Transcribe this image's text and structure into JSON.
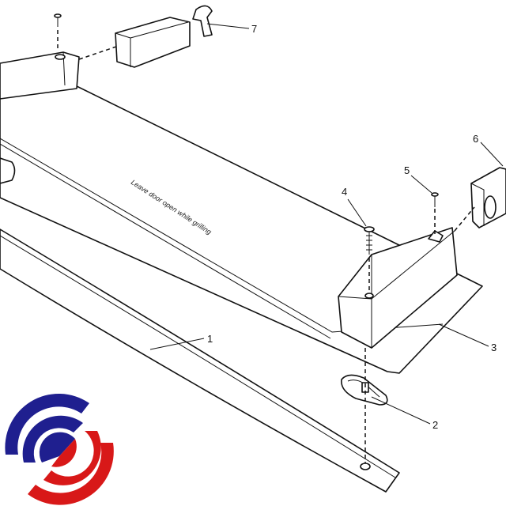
{
  "diagram": {
    "panel_text": "Leave door open while grilling",
    "callouts": [
      "1",
      "2",
      "3",
      "4",
      "5",
      "6",
      "7"
    ],
    "logo": {
      "colors": {
        "blue": "#1f1f8f",
        "red": "#d81818"
      }
    }
  }
}
